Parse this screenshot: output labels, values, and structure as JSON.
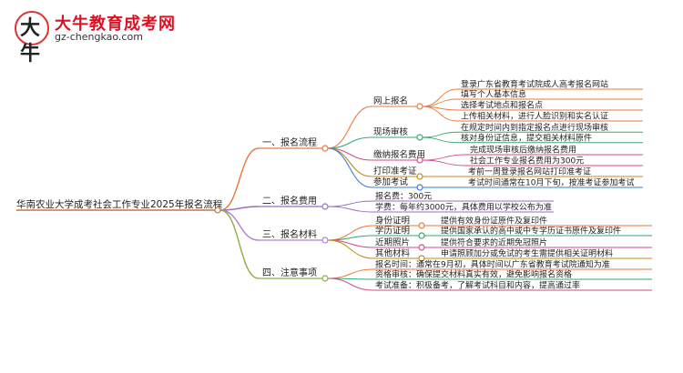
{
  "logo": {
    "glyph": "大牛",
    "brand": "大牛教育成考网",
    "domain": "gz-chengkao.com"
  },
  "colors": {
    "root": "#c0764a",
    "b1": "#e87a3a",
    "b2": "#9b6cc7",
    "b3": "#b07fd6",
    "b4": "#8bb042",
    "l1": "#e87a3a",
    "l2": "#35a86e",
    "l3": "#d14a8a",
    "l4": "#c28d1a",
    "l5": "#3a7fd6",
    "text": "#222222"
  },
  "root": "华南农业大学成考社会工作专业2025年报名流程",
  "branches": [
    {
      "label": "一、报名流程",
      "children": [
        {
          "label": "网上报名",
          "items": [
            "登录广东省教育考试院成人高考报名网站",
            "填写个人基本信息",
            "选择考试地点和报名点",
            "上传相关材料，进行人脸识别和实名认证"
          ]
        },
        {
          "label": "现场审核",
          "items": [
            "在规定时间内到指定报名点进行现场审核",
            "核对身份证信息，提交相关材料原件"
          ]
        },
        {
          "label": "缴纳报名费用",
          "items": [
            "完成现场审核后缴纳报名费用",
            "社会工作专业报名费用为300元"
          ]
        },
        {
          "label": "打印准考证",
          "items": [
            "考前一周登录报名网站打印准考证"
          ]
        },
        {
          "label": "参加考试",
          "items": [
            "考试时间通常在10月下旬，按准考证参加考试"
          ]
        }
      ]
    },
    {
      "label": "二、报名费用",
      "items": [
        "报名费：300元",
        "学费：每年约3000元，具体费用以学校公布为准"
      ]
    },
    {
      "label": "三、报名材料",
      "pairs": [
        {
          "label": "身份证明",
          "text": "提供有效身份证原件及复印件"
        },
        {
          "label": "学历证明",
          "text": "提供国家承认的高中或中专学历证书原件及复印件"
        },
        {
          "label": "近期照片",
          "text": "提供符合要求的近期免冠照片"
        },
        {
          "label": "其他材料",
          "text": "申请照顾加分或免试的考生需提供相关证明材料"
        }
      ]
    },
    {
      "label": "四、注意事项",
      "items": [
        "报名时间：通常在9月初，具体时间以广东省教育考试院通知为准",
        "资格审核：确保提交材料真实有效，避免影响报名资格",
        "考试准备：积极备考，了解考试科目和内容，提高通过率"
      ]
    }
  ]
}
